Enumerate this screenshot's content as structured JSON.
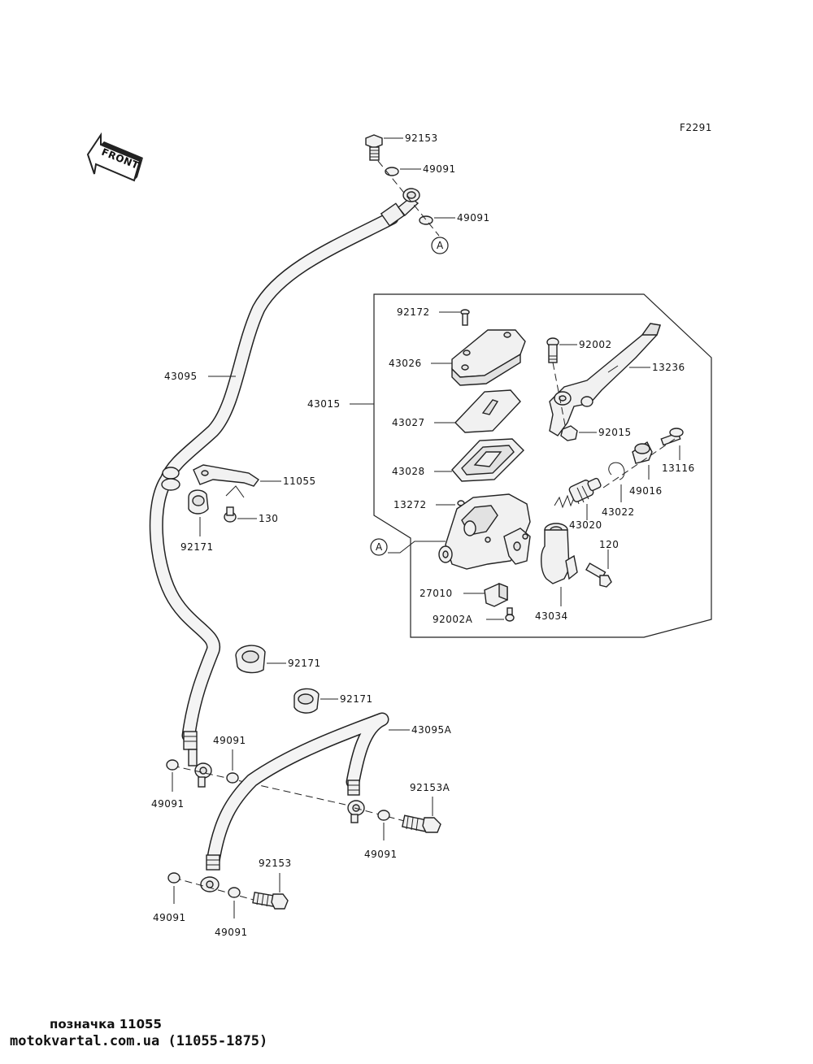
{
  "figure_code": "F2291",
  "front_label": "FRONT",
  "circle_ref": "A",
  "labels": {
    "p92153_top": "92153",
    "p49091_a": "49091",
    "p49091_b": "49091",
    "p43095": "43095",
    "p11055": "11055",
    "p130": "130",
    "p92171_a": "92171",
    "p92171_b": "92171",
    "p92171_c": "92171",
    "p43095A": "43095A",
    "p49091_c": "49091",
    "p49091_d": "49091",
    "p92153A": "92153A",
    "p49091_e": "49091",
    "p92153_bot": "92153",
    "p49091_f": "49091",
    "p49091_g": "49091",
    "p92172": "92172",
    "p43026": "43026",
    "p43015": "43015",
    "p43027": "43027",
    "p43028": "43028",
    "p13272": "13272",
    "p27010": "27010",
    "p92002A": "92002A",
    "p92002": "92002",
    "p13236": "13236",
    "p92015": "92015",
    "p13116": "13116",
    "p49016": "49016",
    "p43022": "43022",
    "p43020": "43020",
    "p120": "120",
    "p43034": "43034"
  },
  "footer": {
    "caption": "позначка 11055",
    "source": "motokvartal.com.ua (11055-1875)"
  }
}
